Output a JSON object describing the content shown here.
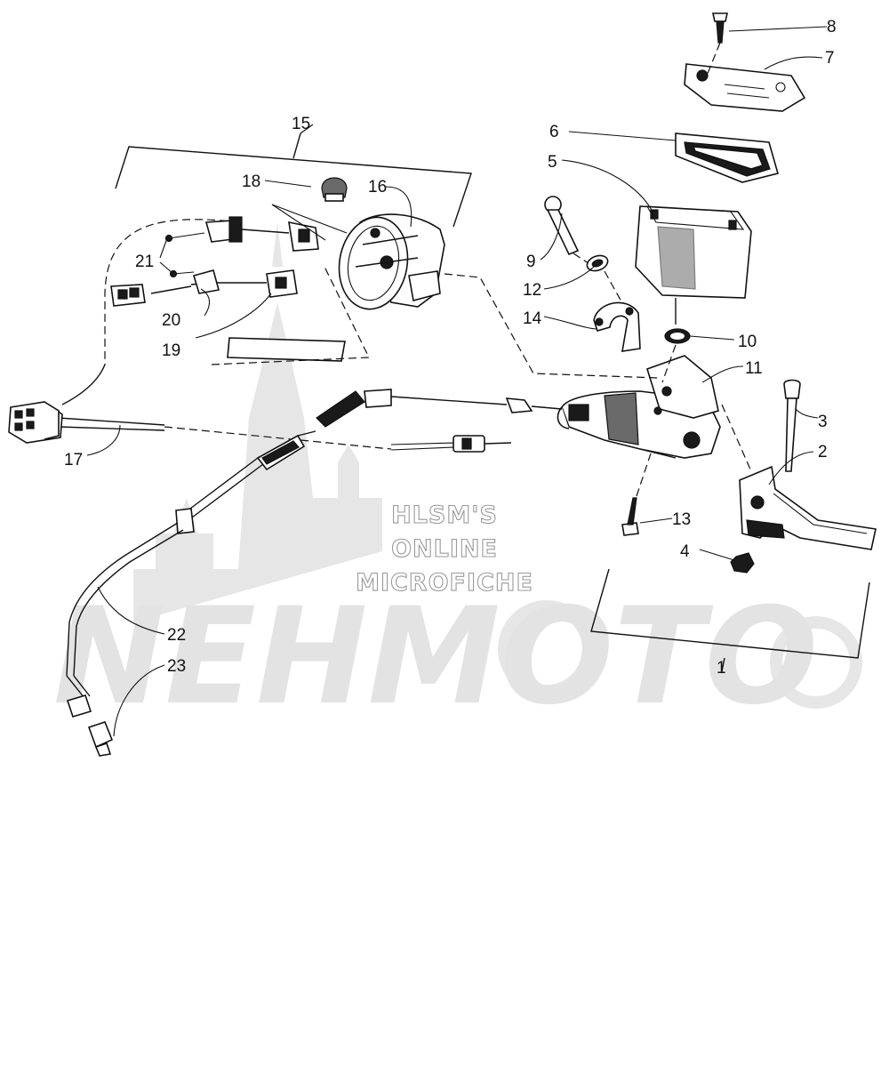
{
  "watermark": {
    "line1": "HLSM'S",
    "line2": "ONLINE",
    "line3": "MICROFICHE",
    "logo": "NEHMOTO"
  },
  "callouts": [
    "1",
    "2",
    "3",
    "4",
    "5",
    "6",
    "7",
    "8",
    "9",
    "10",
    "11",
    "12",
    "13",
    "14",
    "15",
    "16",
    "17",
    "18",
    "19",
    "20",
    "21",
    "22",
    "23"
  ]
}
